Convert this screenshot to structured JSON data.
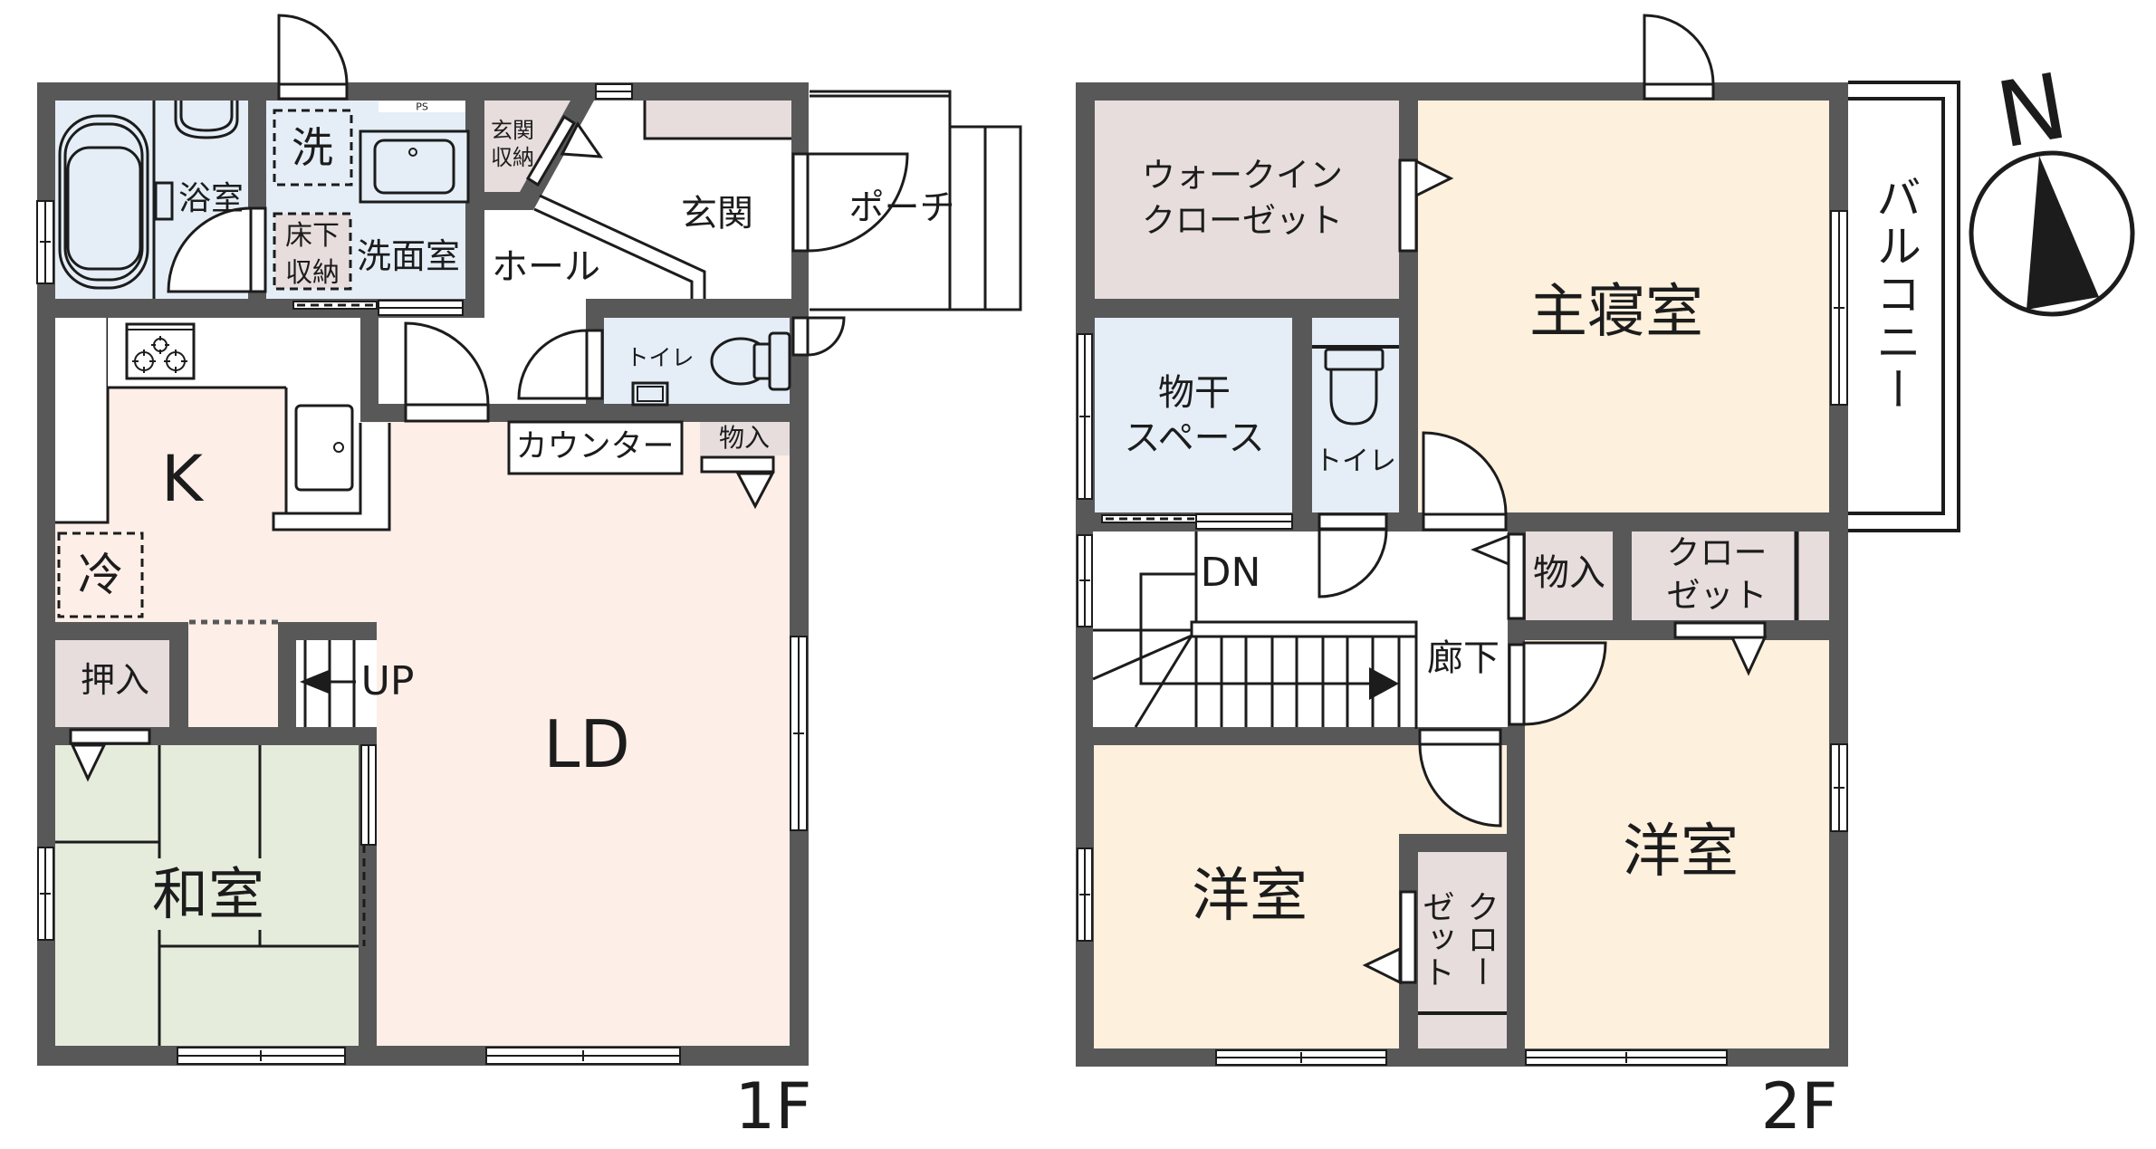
{
  "floor1": {
    "floor_label": "1F",
    "bathroom": "浴室",
    "washer_space": "洗",
    "underfloor_storage": {
      "line1": "床下",
      "line2": "収納"
    },
    "pipe_space": "PS",
    "washroom": "洗面室",
    "entrance_storage": {
      "line1": "玄関",
      "line2": "収納"
    },
    "entrance": "玄関",
    "hall": "ホール",
    "porch": "ポーチ",
    "toilet": "トイレ",
    "kitchen": "K",
    "refrigerator": "冷",
    "counter": "カウンター",
    "storage": "物入",
    "living_dining": "LD",
    "closet": "押入",
    "stairs_up": "UP",
    "japanese_room": "和室"
  },
  "floor2": {
    "floor_label": "2F",
    "walk_in_closet": {
      "line1": "ウォークイン",
      "line2": "クローゼット"
    },
    "master_bedroom": "主寝室",
    "drying_space": {
      "line1": "物干",
      "line2": "スペース"
    },
    "toilet": "トイレ",
    "stairs_down": "DN",
    "corridor": "廊下",
    "storage": "物入",
    "closet": {
      "line1": "クロー",
      "line2": "ゼット"
    },
    "western_room_left": "洋室",
    "western_room_right": "洋室",
    "closet_left_room": {
      "line1": "クロー",
      "line2": "ゼット"
    },
    "balcony": "バルコニー"
  },
  "compass": {
    "north_label": "N"
  },
  "colors": {
    "wall": "#585858",
    "wet_area": "#e5eef7",
    "storage": "#e7dddd",
    "living": "#fdeee8",
    "bedroom": "#fdf0dd",
    "tatami": "#e5ecdc",
    "line": "#1c1c1c"
  }
}
